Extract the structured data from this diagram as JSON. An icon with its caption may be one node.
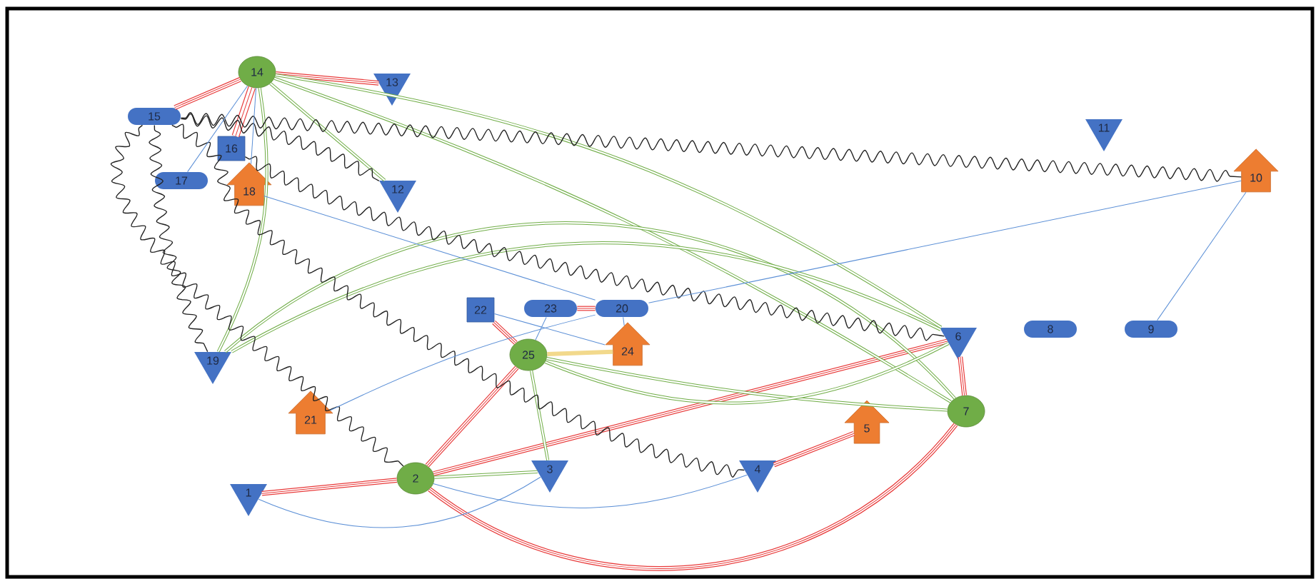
{
  "diagram": {
    "nodes": [
      {
        "text": [
          "1"
        ]
      },
      {
        "text": [
          "2"
        ]
      },
      {
        "text": [
          "3"
        ]
      },
      {
        "text": [
          "4"
        ]
      },
      {
        "text": [
          "5"
        ]
      },
      {
        "text": [
          "6"
        ]
      },
      {
        "text": [
          "7"
        ]
      },
      {
        "text": [
          "8"
        ]
      },
      {
        "text": [
          "9"
        ]
      },
      {
        "text": [
          "10"
        ]
      },
      {
        "text": [
          "11"
        ]
      },
      {
        "text": [
          "12"
        ]
      },
      {
        "text": [
          "13"
        ]
      },
      {
        "text": [
          "14"
        ]
      },
      {
        "text": [
          "15"
        ]
      },
      {
        "text": [
          "16"
        ]
      },
      {
        "text": [
          "17"
        ]
      },
      {
        "text": [
          "18"
        ]
      },
      {
        "text": [
          "19"
        ]
      },
      {
        "text": [
          "20"
        ]
      },
      {
        "text": [
          "21"
        ]
      },
      {
        "text": [
          "22"
        ]
      },
      {
        "text": [
          "23"
        ]
      },
      {
        "text": [
          "24"
        ]
      },
      {
        "text": [
          "25"
        ]
      }
    ],
    "edges": [
      {
        "from": 13,
        "to": 14,
        "arrow": "none",
        "color": "#e83a3a"
      },
      {
        "from": 13,
        "to": 12,
        "arrow": "none",
        "color": "#e83a3a"
      },
      {
        "from": 13,
        "to": 15,
        "arrow": "none",
        "color": "#e83a3a",
        "style": "thick"
      },
      {
        "from": 0,
        "to": 1,
        "arrow": "none",
        "color": "#e83a3a"
      },
      {
        "from": 1,
        "to": 24,
        "arrow": "none",
        "color": "#e83a3a"
      },
      {
        "from": 1,
        "to": 5,
        "arrow": "none",
        "color": "#e83a3a"
      },
      {
        "from": 1,
        "to": 6,
        "arrow": "none",
        "color": "#e83a3a"
      },
      {
        "from": 5,
        "to": 6,
        "arrow": "none",
        "color": "#e83a3a"
      },
      {
        "from": 3,
        "to": 4,
        "arrow": "none",
        "color": "#e83a3a"
      },
      {
        "from": 21,
        "to": 24,
        "arrow": "none",
        "color": "#e83a3a"
      },
      {
        "from": 22,
        "to": 19,
        "arrow": "none",
        "color": "#e83a3a"
      },
      {
        "from": 24,
        "to": 23,
        "arrow": "none",
        "color": "#f2d98c"
      },
      {
        "from": 13,
        "to": 11,
        "arrow": "none",
        "color": "#70ad47"
      },
      {
        "from": 13,
        "to": 5,
        "arrow": "none",
        "color": "#70ad47"
      },
      {
        "from": 13,
        "to": 6,
        "arrow": "none",
        "color": "#70ad47"
      },
      {
        "from": 13,
        "to": 18,
        "arrow": "none",
        "color": "#70ad47"
      },
      {
        "from": 18,
        "to": 6,
        "arrow": "none",
        "color": "#70ad47"
      },
      {
        "from": 18,
        "to": 5,
        "arrow": "none",
        "color": "#70ad47"
      },
      {
        "from": 24,
        "to": 2,
        "arrow": "none",
        "color": "#70ad47"
      },
      {
        "from": 1,
        "to": 2,
        "arrow": "none",
        "color": "#70ad47"
      },
      {
        "from": 24,
        "to": 6,
        "arrow": "none",
        "color": "#70ad47"
      },
      {
        "from": 24,
        "to": 5,
        "arrow": "none",
        "color": "#70ad47"
      },
      {
        "from": 14,
        "to": 18,
        "arrow": "none",
        "color": "#222222"
      },
      {
        "from": 14,
        "to": 1,
        "arrow": "none",
        "color": "#222222"
      },
      {
        "from": 14,
        "to": 3,
        "arrow": "none",
        "color": "#222222"
      },
      {
        "from": 14,
        "to": 9,
        "arrow": "none",
        "color": "#222222"
      },
      {
        "from": 14,
        "to": 11,
        "arrow": "none",
        "color": "#222222"
      },
      {
        "from": 15,
        "to": 5,
        "arrow": "none",
        "color": "#222222"
      },
      {
        "from": 13,
        "to": 16,
        "arrow": "none",
        "color": "#5b8fd6"
      },
      {
        "from": 13,
        "to": 17,
        "arrow": "none",
        "color": "#5b8fd6"
      },
      {
        "from": 17,
        "to": 19,
        "arrow": "none",
        "color": "#5b8fd6"
      },
      {
        "from": 19,
        "to": 9,
        "arrow": "none",
        "color": "#5b8fd6"
      },
      {
        "from": 9,
        "to": 8,
        "arrow": "none",
        "color": "#5b8fd6"
      },
      {
        "from": 0,
        "to": 2,
        "arrow": "none",
        "color": "#5b8fd6"
      },
      {
        "from": 1,
        "to": 3,
        "arrow": "none",
        "color": "#5b8fd6"
      },
      {
        "from": 21,
        "to": 23,
        "arrow": "none",
        "color": "#5b8fd6"
      },
      {
        "from": 22,
        "to": 24,
        "arrow": "none",
        "color": "#5b8fd6"
      },
      {
        "from": 20,
        "to": 19,
        "arrow": "none",
        "color": "#5b8fd6"
      },
      {
        "from": 19,
        "to": 23,
        "arrow": "none",
        "color": "#5b8fd6"
      }
    ]
  }
}
